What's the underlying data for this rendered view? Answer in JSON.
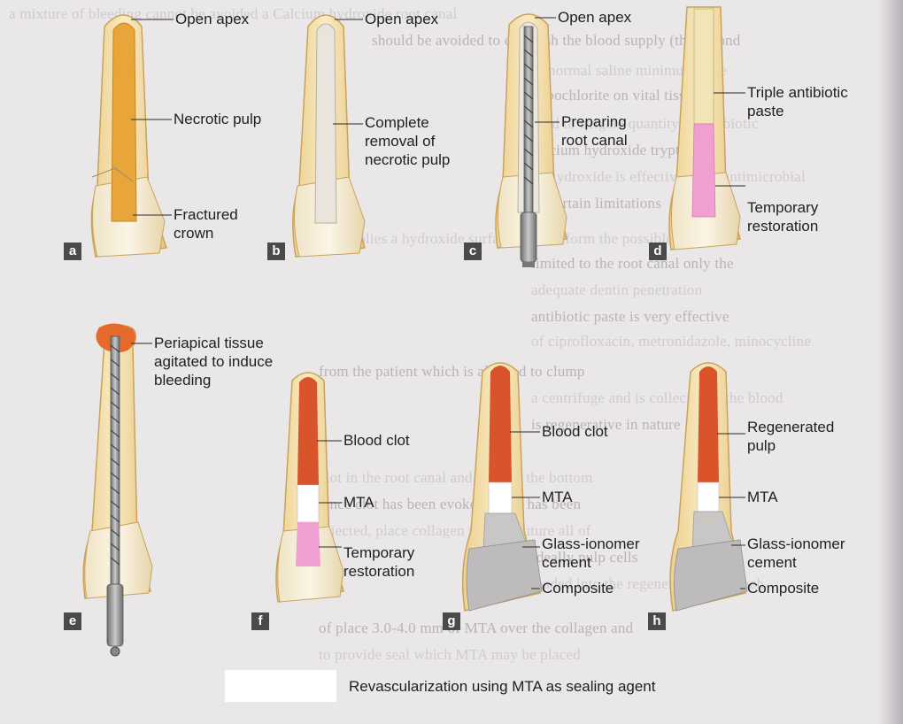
{
  "panels": [
    {
      "id": "a",
      "tag": "a",
      "labels": [
        "Open apex",
        "Necrotic pulp",
        "Fractured\ncrown"
      ]
    },
    {
      "id": "b",
      "tag": "b",
      "labels": [
        "Open apex",
        "Complete\nremoval of\nnecrotic pulp"
      ]
    },
    {
      "id": "c",
      "tag": "c",
      "labels": [
        "Open apex",
        "Preparing\nroot canal"
      ]
    },
    {
      "id": "d",
      "tag": "d",
      "labels": [
        "Triple antibiotic\npaste",
        "Temporary\nrestoration"
      ]
    },
    {
      "id": "e",
      "tag": "e",
      "labels": [
        "Periapical tissue\nagitated to induce\nbleeding"
      ]
    },
    {
      "id": "f",
      "tag": "f",
      "labels": [
        "Blood clot",
        "MTA",
        "Temporary\nrestoration"
      ]
    },
    {
      "id": "g",
      "tag": "g",
      "labels": [
        "Blood clot",
        "MTA",
        "Glass-ionomer\ncement",
        "Composite"
      ]
    },
    {
      "id": "h",
      "tag": "h",
      "labels": [
        "Regenerated\npulp",
        "MTA",
        "Glass-ionomer\ncement",
        "Composite"
      ]
    }
  ],
  "caption": "Revascularization using MTA as sealing agent",
  "colors": {
    "background": "#e9e7e8",
    "tooth": "#f3dfa6",
    "tooth_edge": "#d9b672",
    "necrotic_pulp": "#e8a63a",
    "blood": "#d9532b",
    "paste": "#ef9fd0",
    "mta": "#ffffff",
    "cement": "#c9c7c6",
    "instrument": "#8f8f8f"
  }
}
